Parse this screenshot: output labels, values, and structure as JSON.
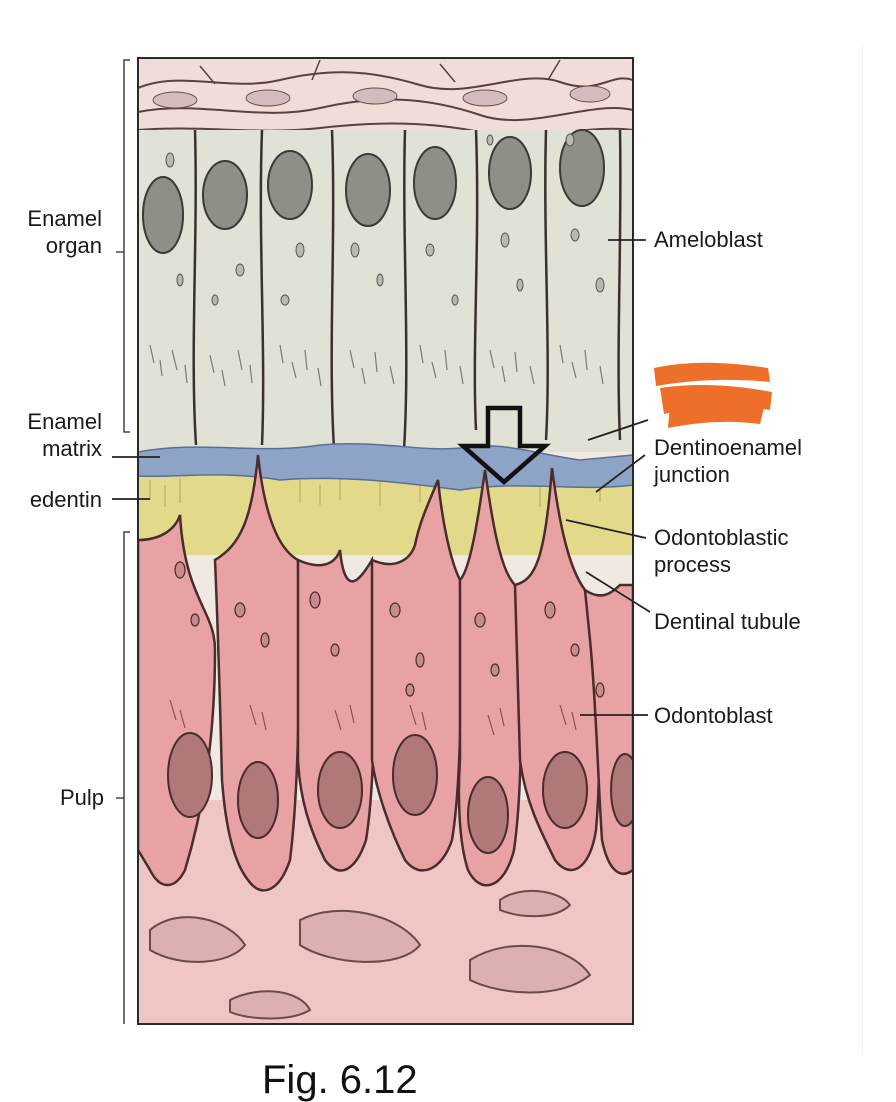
{
  "labels": {
    "left": {
      "enamel_organ_line1": "Enamel",
      "enamel_organ_line2": "organ",
      "enamel_matrix_line1": "Enamel",
      "enamel_matrix_line2": "matrix",
      "predentin": "edentin",
      "pulp": "Pulp"
    },
    "right": {
      "ameloblast": "Ameloblast",
      "dentinoenamel_line1": "Dentinoenamel",
      "dentinoenamel_line2": "junction",
      "odontoblastic_line1": "Odontoblastic",
      "odontoblastic_line2": "process",
      "dentinal_tubule": "Dentinal tubule",
      "odontoblast": "Odontoblast"
    }
  },
  "caption": "Fig. 6.12",
  "colors": {
    "ameloblast_fill": "#dfe2d4",
    "enamel_matrix": "#8ea4c6",
    "predentin": "#e2d98a",
    "odontoblast_fill": "#e9a2a4",
    "pulp_fill": "#efc6c4",
    "redaction": "#ee6f2a",
    "outline": "#3a3030"
  },
  "icons": [
    "hollow-down-arrow-icon",
    "redaction-scribble-icon"
  ]
}
